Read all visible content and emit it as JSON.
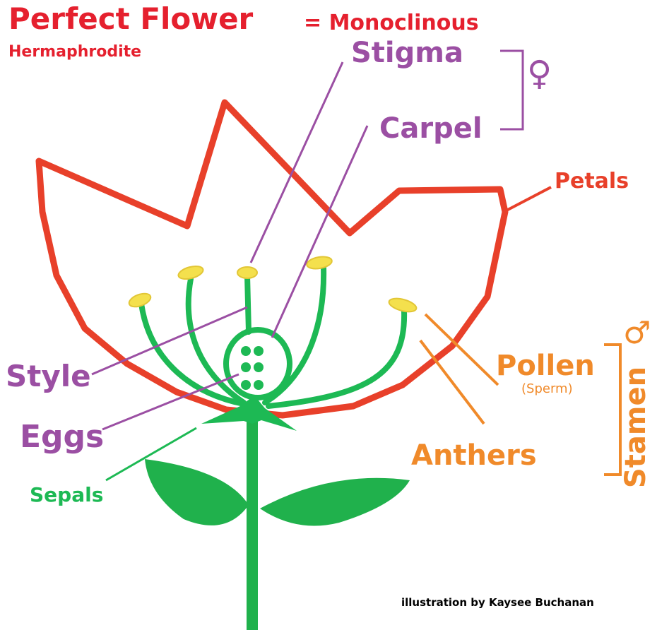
{
  "title": {
    "main": "Perfect Flower",
    "equals": "= Monoclinous",
    "sub": "Hermaphrodite"
  },
  "labels": {
    "stigma": "Stigma",
    "carpel": "Carpel",
    "female_symbol": "♀",
    "petals": "Petals",
    "style": "Style",
    "eggs": "Eggs",
    "sepals": "Sepals",
    "pollen": "Pollen",
    "sperm": "(Sperm)",
    "anthers": "Anthers",
    "stamen": "Stamen",
    "male_symbol": "♂"
  },
  "credit": "illustration by Kaysee Buchanan",
  "colors": {
    "title_red": "#e5202e",
    "petal_red": "#e8402a",
    "purple": "#9b4fa3",
    "orange": "#f08a2a",
    "green": "#1db954",
    "stem_green": "#20b14c",
    "pollen_yellow": "#f4e04d",
    "black": "#000000"
  }
}
